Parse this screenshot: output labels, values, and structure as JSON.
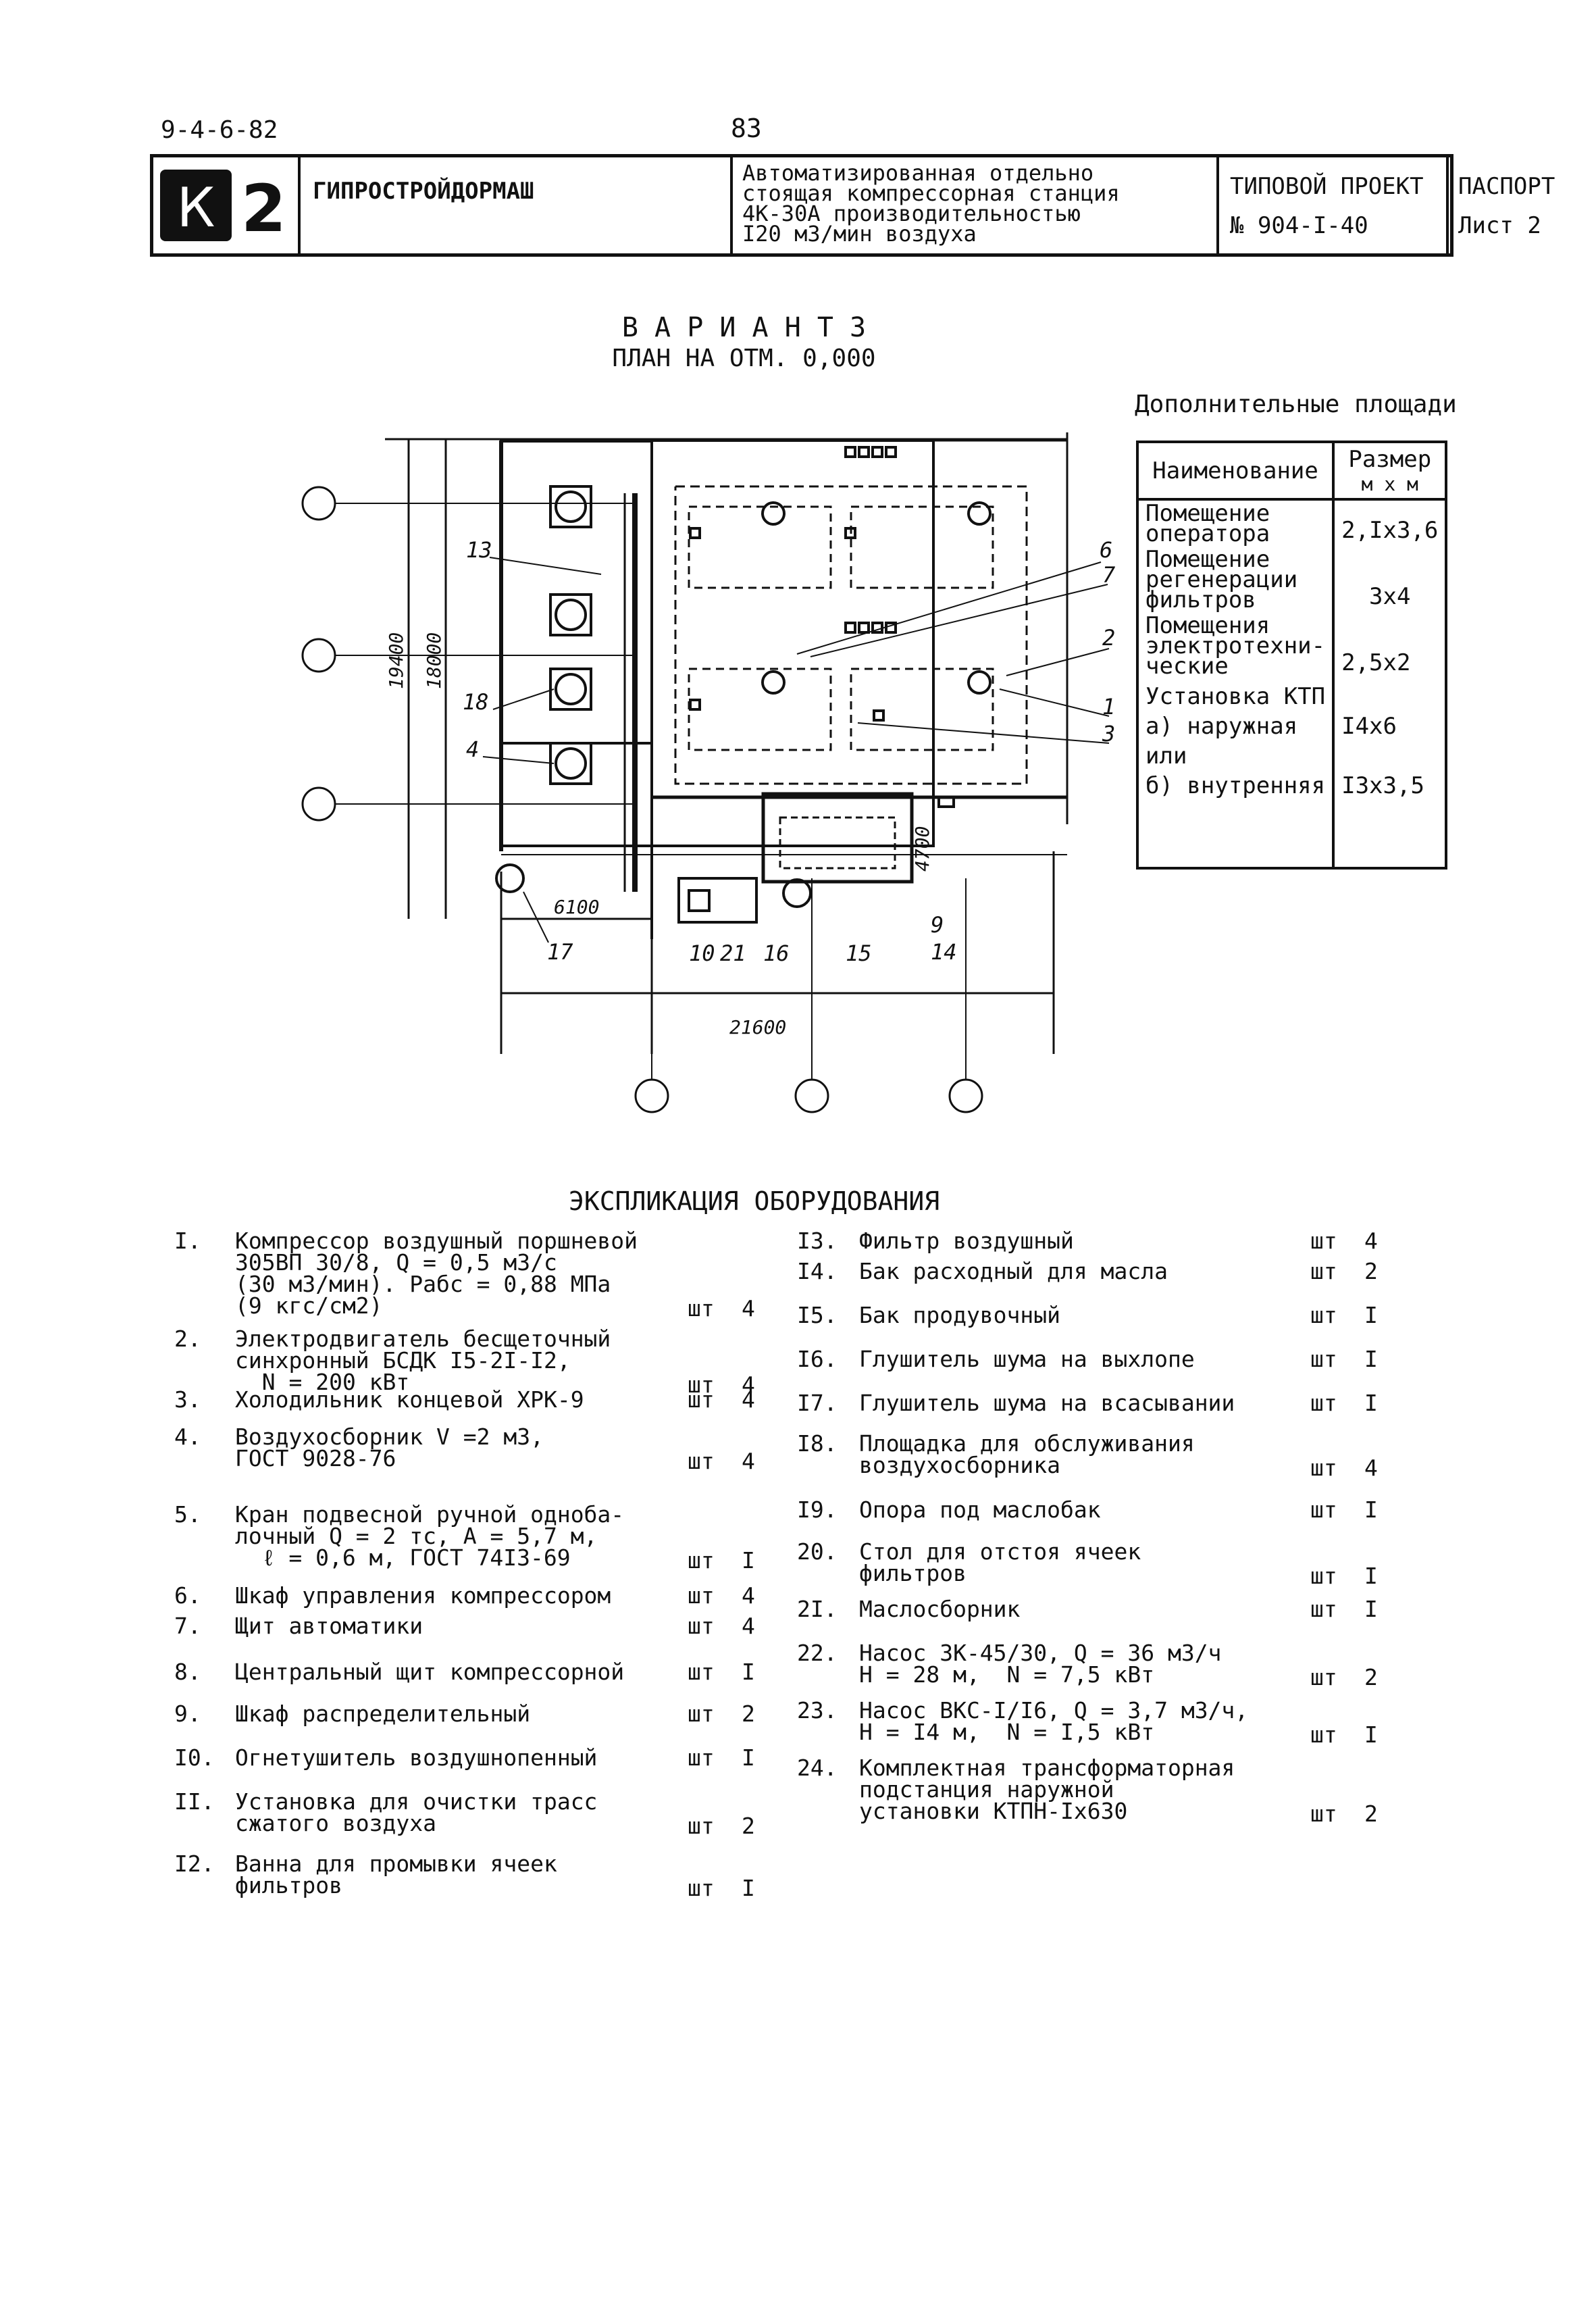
{
  "header": {
    "doc_code": "9-4-6-82",
    "page_number": "83",
    "logo_letter": "К",
    "logo_number": "2",
    "organization": "ГИПРОСТРОЙДОРМАШ",
    "description": [
      "Автоматизированная отдельно",
      "стоящая компрессорная станция",
      "4К-30А производительностью",
      "I20 м3/мин воздуха"
    ],
    "project_label": "ТИПОВОЙ ПРОЕКТ",
    "project_number": "№ 904-I-40",
    "doc_type": "ПАСПОРТ",
    "sheet": "Лист 2"
  },
  "plan": {
    "variant": "В А Р И А Н Т  3",
    "title": "ПЛАН НА ОТМ. 0,000",
    "dims": {
      "height_outer": "19400",
      "height_inner": "18000",
      "width_total": "21600",
      "width_left": "6100",
      "depth_right": "4700"
    },
    "labels": [
      "13",
      "18",
      "4",
      "6",
      "7",
      "2",
      "1",
      "3",
      "17",
      "10",
      "21",
      "16",
      "15",
      "9",
      "14"
    ]
  },
  "additional_areas": {
    "title": "Дополнительные площади",
    "col_name": "Наименование",
    "col_size": [
      "Размер",
      "м х м"
    ],
    "rows": [
      {
        "name": [
          "Помещение",
          "оператора"
        ],
        "size": "2,Iх3,6"
      },
      {
        "name": [
          "Помещение",
          "регенерации",
          "фильтров"
        ],
        "size": "3х4"
      },
      {
        "name": [
          "Помещения",
          "электротехни-",
          "ческие"
        ],
        "size": "2,5х2"
      },
      {
        "name": [
          "Установка КТП",
          "а) наружная",
          "   или",
          "б) внутренняя"
        ],
        "size": [
          "I4х6",
          "I3х3,5"
        ]
      }
    ]
  },
  "spec": {
    "title": "ЭКСПЛИКАЦИЯ  ОБОРУДОВАНИЯ",
    "left": [
      {
        "n": "I.",
        "lines": [
          "Компрессор воздушный поршневой",
          "305ВП 30/8, Q = 0,5 м3/с",
          "(30 м3/мин). Рабс = 0,88 МПа",
          "(9 кгс/см2)"
        ],
        "unit": "шт",
        "qty": "4"
      },
      {
        "n": "2.",
        "lines": [
          "Электродвигатель бесщеточный",
          "синхронный БСДК I5-2I-I2,",
          "  N = 200 кВт"
        ],
        "unit": "шт",
        "qty": "4"
      },
      {
        "n": "3.",
        "lines": [
          "Холодильник концевой ХРК-9"
        ],
        "unit": "шт",
        "qty": "4"
      },
      {
        "n": "4.",
        "lines": [
          "Воздухосборник V =2 м3,",
          "ГОСТ 9028-76"
        ],
        "unit": "шт",
        "qty": "4"
      },
      {
        "n": "5.",
        "lines": [
          "Кран подвесной ручной одноба-",
          "лочный Q = 2 тс, A = 5,7 м,",
          "  ℓ = 0,6 м, ГОСТ 74I3-69"
        ],
        "unit": "шт",
        "qty": "I"
      },
      {
        "n": "6.",
        "lines": [
          "Шкаф управления компрессором"
        ],
        "unit": "шт",
        "qty": "4"
      },
      {
        "n": "7.",
        "lines": [
          "Щит автоматики"
        ],
        "unit": "шт",
        "qty": "4"
      },
      {
        "n": "8.",
        "lines": [
          "Центральный щит компрессорной"
        ],
        "unit": "шт",
        "qty": "I"
      },
      {
        "n": "9.",
        "lines": [
          "Шкаф распределительный"
        ],
        "unit": "шт",
        "qty": "2"
      },
      {
        "n": "I0.",
        "lines": [
          "Огнетушитель воздушнопенный"
        ],
        "unit": "шт",
        "qty": "I"
      },
      {
        "n": "II.",
        "lines": [
          "Установка для очистки трасс",
          "сжатого воздуха"
        ],
        "unit": "шт",
        "qty": "2"
      },
      {
        "n": "I2.",
        "lines": [
          "Ванна для промывки ячеек",
          "фильтров"
        ],
        "unit": "шт",
        "qty": "I"
      }
    ],
    "right": [
      {
        "n": "I3.",
        "lines": [
          "Фильтр воздушный"
        ],
        "unit": "шт",
        "qty": "4"
      },
      {
        "n": "I4.",
        "lines": [
          "Бак расходный для масла"
        ],
        "unit": "шт",
        "qty": "2"
      },
      {
        "n": "I5.",
        "lines": [
          "Бак продувочный"
        ],
        "unit": "шт",
        "qty": "I"
      },
      {
        "n": "I6.",
        "lines": [
          "Глушитель шума на выхлопе"
        ],
        "unit": "шт",
        "qty": "I"
      },
      {
        "n": "I7.",
        "lines": [
          "Глушитель шума на всасывании"
        ],
        "unit": "шт",
        "qty": "I"
      },
      {
        "n": "I8.",
        "lines": [
          "Площадка для обслуживания",
          "воздухосборника"
        ],
        "unit": "шт",
        "qty": "4"
      },
      {
        "n": "I9.",
        "lines": [
          "Опора под маслобак"
        ],
        "unit": "шт",
        "qty": "I"
      },
      {
        "n": "20.",
        "lines": [
          "Стол для отстоя ячеек",
          "фильтров"
        ],
        "unit": "шт",
        "qty": "I"
      },
      {
        "n": "2I.",
        "lines": [
          "Маслосборник"
        ],
        "unit": "шт",
        "qty": "I"
      },
      {
        "n": "22.",
        "lines": [
          "Насос ЗК-45/30, Q = 36 м3/ч",
          "H = 28 м,  N = 7,5 кВт"
        ],
        "unit": "шт",
        "qty": "2"
      },
      {
        "n": "23.",
        "lines": [
          "Насос ВКС-I/I6, Q = 3,7 м3/ч,",
          "H = I4 м,  N = I,5 кВт"
        ],
        "unit": "шт",
        "qty": "I"
      },
      {
        "n": "24.",
        "lines": [
          "Комплектная трансформаторная",
          "подстанция наружной",
          "установки КТПН-Iх630"
        ],
        "unit": "шт",
        "qty": "2"
      }
    ]
  }
}
